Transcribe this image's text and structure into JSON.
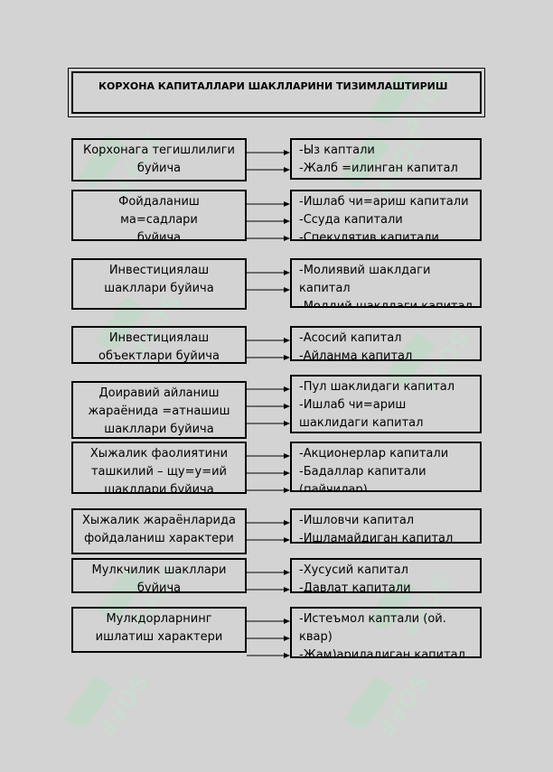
{
  "title": "КОРХОНА КАПИТАЛЛАРИ ШАКЛЛАРИНИ ТИЗИМЛАШТИРИШ",
  "watermark": "SOFF",
  "rows": [
    {
      "left": [
        "Корхонага тегишлилиги",
        "бyйича"
      ],
      "right": [
        "-Ыз каптали",
        "-Жалб =илинган капитал"
      ]
    },
    {
      "left": [
        "Фойдаланиш",
        "ма=садлари",
        "бyйича"
      ],
      "right": [
        "-Ишлаб чи=ариш капитали",
        "-Ссуда капитали",
        "-Спекулятив капитали"
      ]
    },
    {
      "left": [
        "Инвестициялаш",
        "шакллари бyйича"
      ],
      "right": [
        "-Молиявий шаклдаги",
        "капитал",
        "-Моддий шаклдаги капитал"
      ]
    },
    {
      "left": [
        "Инвестициялаш",
        "объектлари бyйича"
      ],
      "right": [
        "-Асосий капитал",
        "-Айланма капитал"
      ]
    },
    {
      "left": [
        "Доиравий айланиш",
        "жараёнида =атнашиш",
        "шакллари бyйича"
      ],
      "right": [
        "-Пул шаклидаги капитал",
        "-Ишлаб чи=ариш",
        "шаклидаги капитал"
      ]
    },
    {
      "left": [
        "Хыжалик фаолиятини",
        "ташкилий – щу=у=ий",
        "шакллари бyйича"
      ],
      "right": [
        "-Акционерлар капитали",
        "-Бадаллар капитали",
        "(пайчилар)"
      ]
    },
    {
      "left": [
        "Хыжалик жараёнларида",
        "фойдаланиш характери"
      ],
      "right": [
        "-Ишловчи капитал",
        "-Ишламайдиган капитал"
      ]
    },
    {
      "left": [
        "Мулкчилик шакллари",
        "бyйича"
      ],
      "right": [
        "-Хусусий капитал",
        "-Давлат капитали"
      ]
    },
    {
      "left": [
        "Мулкдорларнинг",
        "ишлатиш характери"
      ],
      "right": [
        "-Истеъмол каптали (ой.",
        "квар)",
        "-Жам)ариладиган капитал"
      ]
    }
  ]
}
